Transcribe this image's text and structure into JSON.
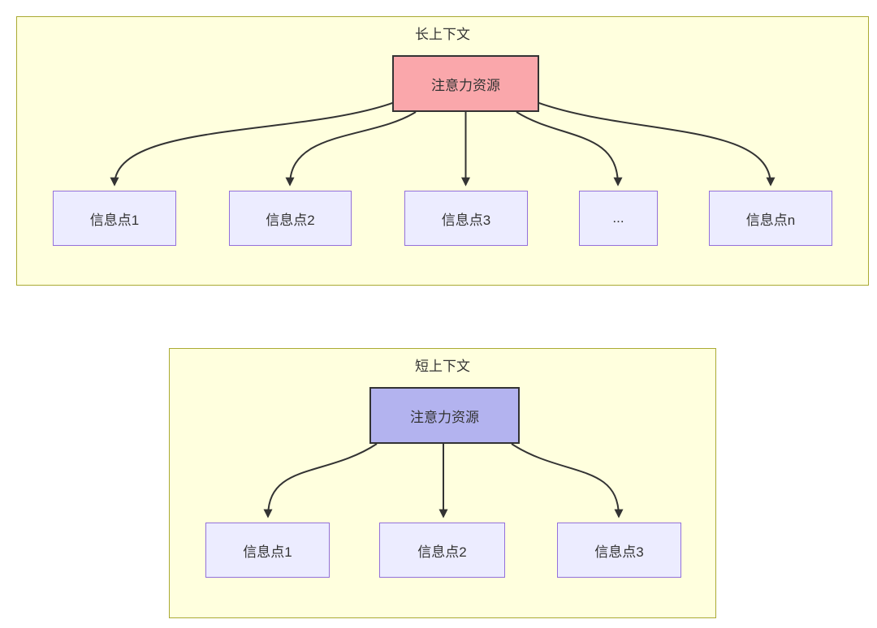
{
  "diagram_type": "flowchart",
  "styles": {
    "page_background": "#ffffff",
    "group_fill": "#ffffde",
    "group_border": "#aaaa33",
    "root_long_fill": "#faa7ab",
    "root_short_fill": "#b3b3ef",
    "root_border": "#333333",
    "child_fill": "#ececff",
    "child_border": "#9370db",
    "edge_color": "#333333",
    "text_color": "#333333"
  },
  "groups": [
    {
      "title": "长上下文",
      "root": {
        "label": "注意力资源"
      },
      "children": [
        {
          "label": "信息点1"
        },
        {
          "label": "信息点2"
        },
        {
          "label": "信息点3"
        },
        {
          "label": "..."
        },
        {
          "label": "信息点n"
        }
      ]
    },
    {
      "title": "短上下文",
      "root": {
        "label": "注意力资源"
      },
      "children": [
        {
          "label": "信息点1"
        },
        {
          "label": "信息点2"
        },
        {
          "label": "信息点3"
        }
      ]
    }
  ]
}
